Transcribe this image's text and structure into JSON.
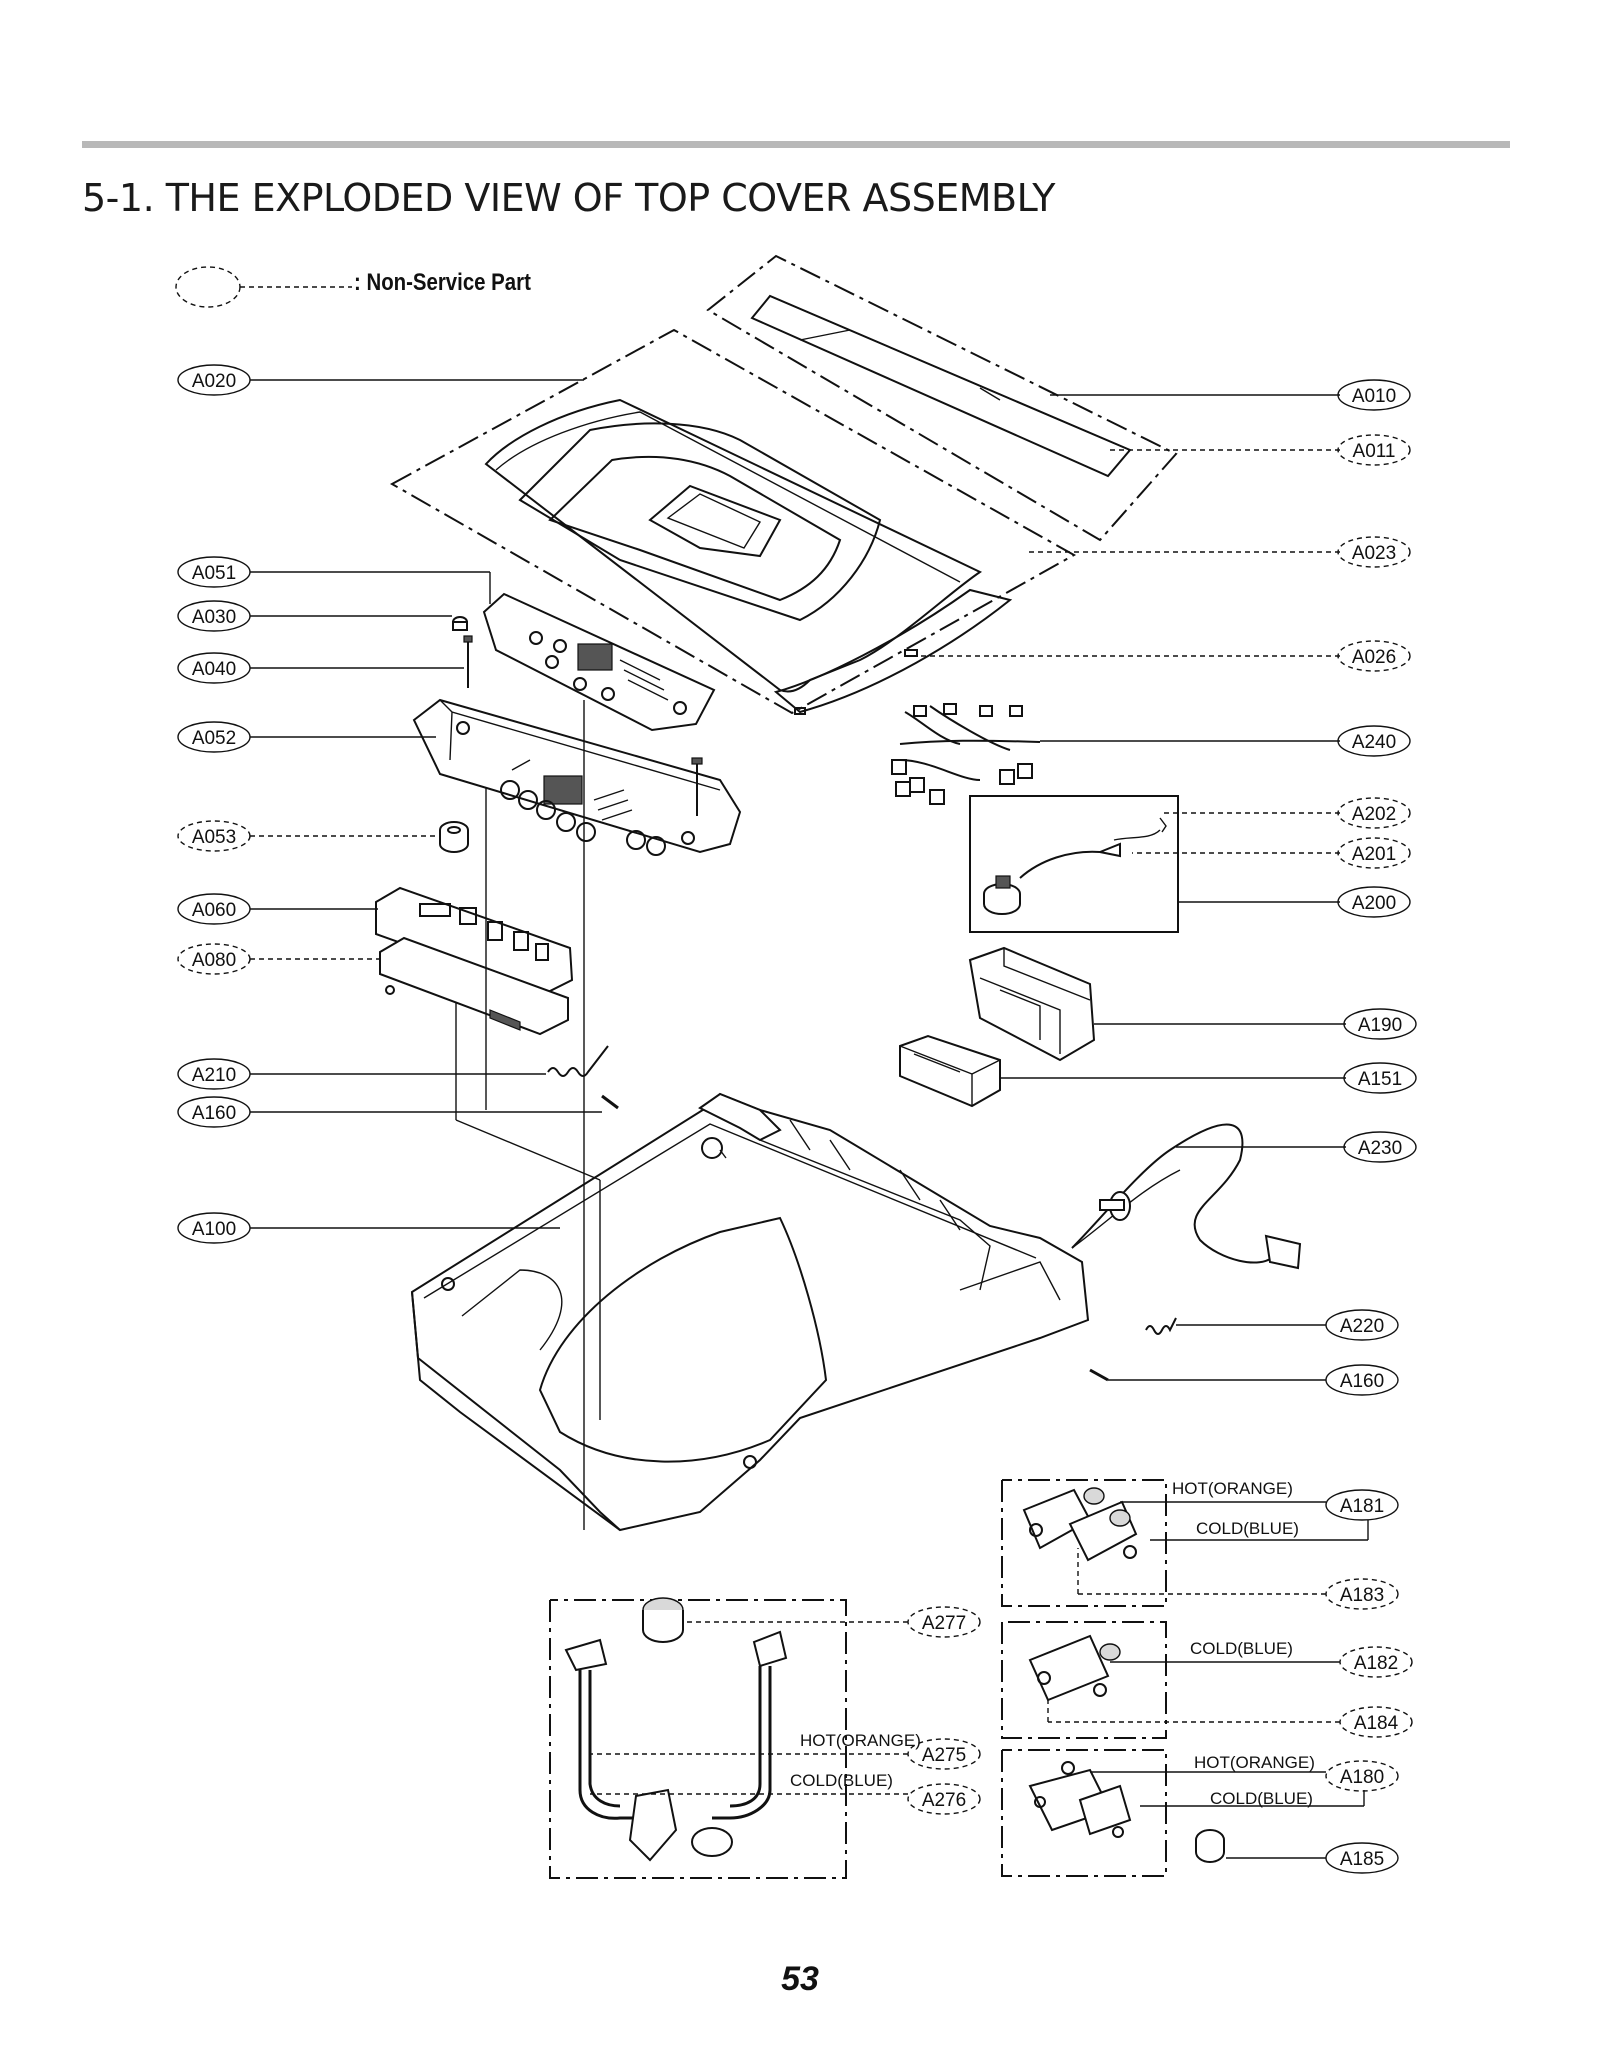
{
  "page": {
    "title": "5-1. THE EXPLODED VIEW OF TOP COVER ASSEMBLY",
    "legend": ": Non-Service Part",
    "page_number": "53"
  },
  "parts": {
    "A010": "A010",
    "A011": "A011",
    "A020": "A020",
    "A023": "A023",
    "A026": "A026",
    "A030": "A030",
    "A040": "A040",
    "A051": "A051",
    "A052": "A052",
    "A053": "A053",
    "A060": "A060",
    "A080": "A080",
    "A100": "A100",
    "A151": "A151",
    "A160a": "A160",
    "A160b": "A160",
    "A180": "A180",
    "A181": "A181",
    "A182": "A182",
    "A183": "A183",
    "A184": "A184",
    "A185": "A185",
    "A190": "A190",
    "A200": "A200",
    "A201": "A201",
    "A202": "A202",
    "A210": "A210",
    "A220": "A220",
    "A230": "A230",
    "A240": "A240",
    "A275": "A275",
    "A276": "A276",
    "A277": "A277"
  },
  "notes": {
    "hot_orange_1": "HOT(ORANGE)",
    "cold_blue_1": "COLD(BLUE)",
    "cold_blue_2": "COLD(BLUE)",
    "hot_orange_3": "HOT(ORANGE)",
    "cold_blue_3": "COLD(BLUE)",
    "hot_orange_hose": "HOT(ORANGE)",
    "cold_blue_hose": "COLD(BLUE)"
  }
}
